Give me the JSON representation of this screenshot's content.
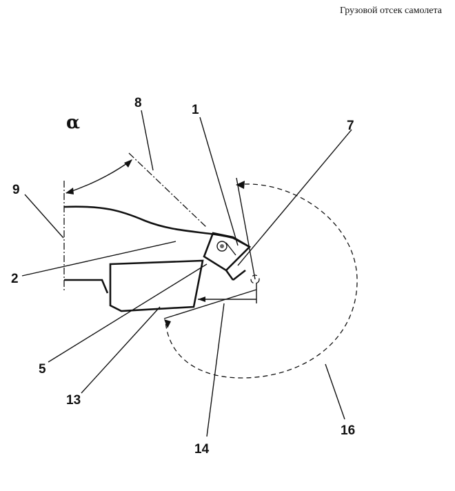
{
  "header": {
    "title": "Грузовой отсек самолета"
  },
  "symbols": {
    "angle": "α"
  },
  "labels": {
    "l1": "1",
    "l2": "2",
    "l5": "5",
    "l7": "7",
    "l8": "8",
    "l9": "9",
    "l13": "13",
    "l14": "14",
    "l16": "16"
  }
}
